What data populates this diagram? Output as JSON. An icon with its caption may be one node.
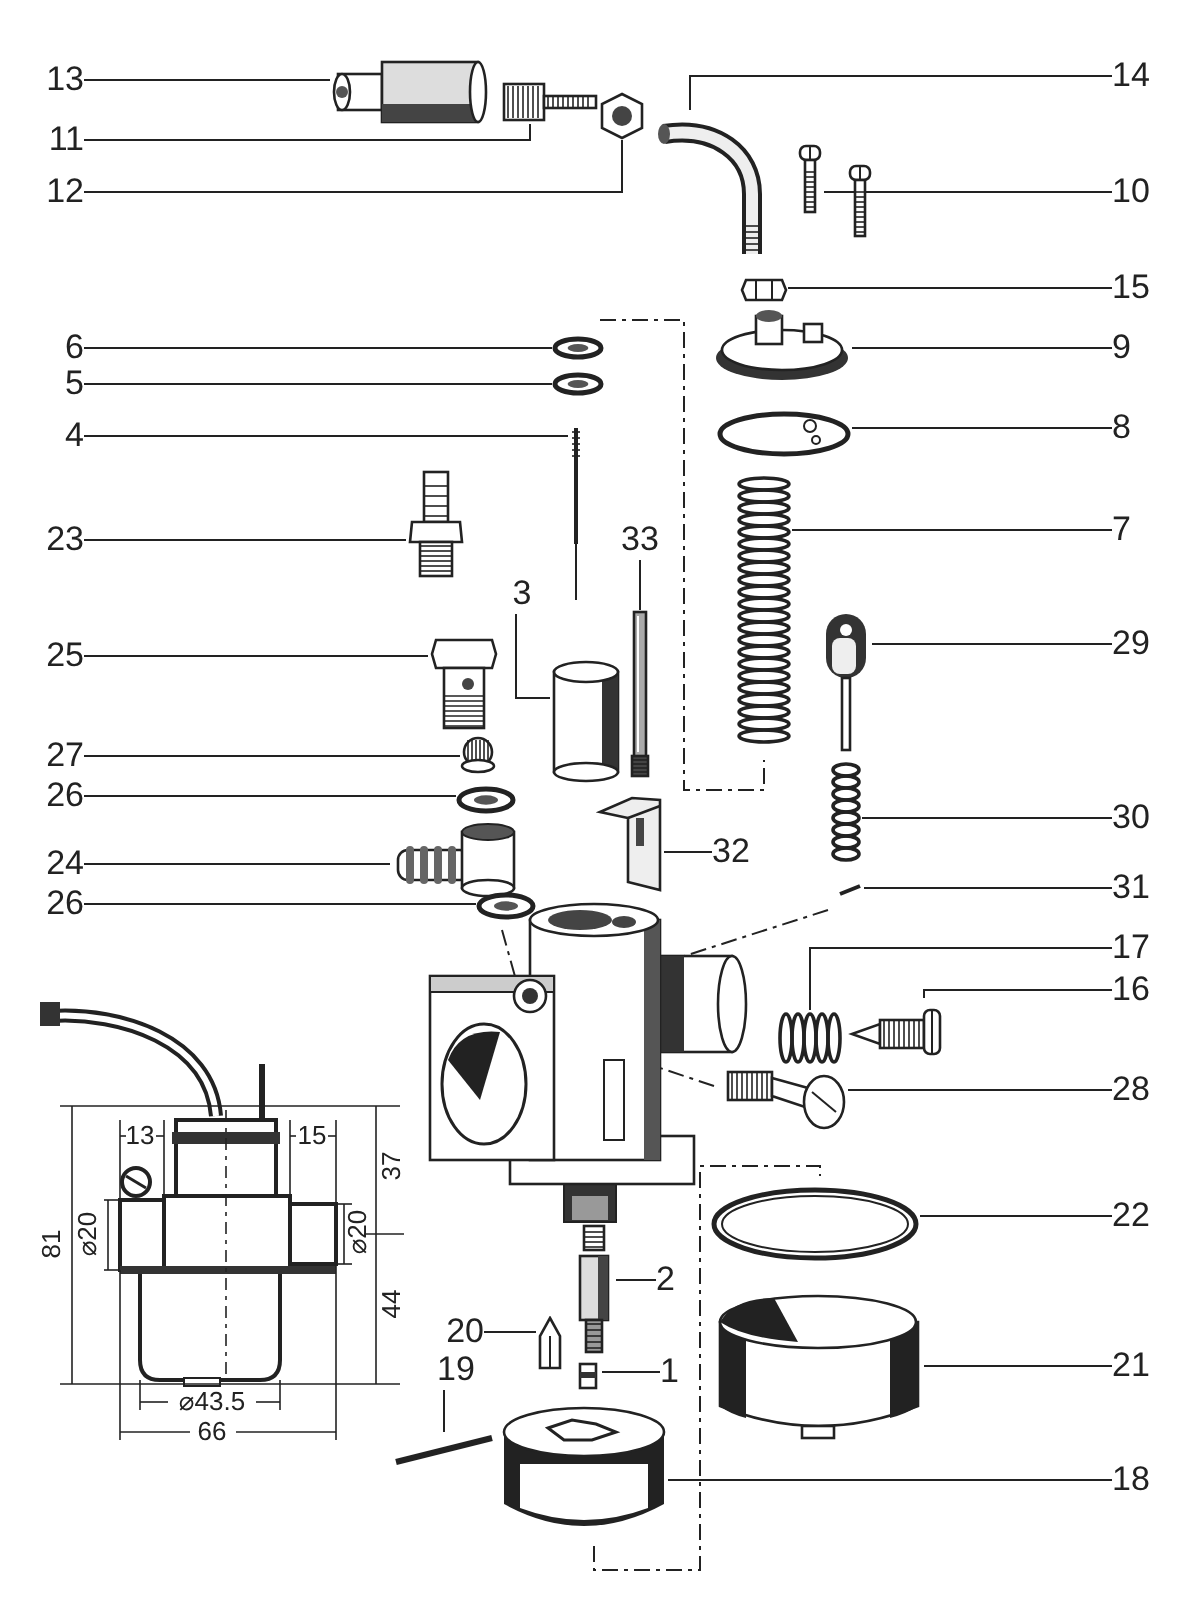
{
  "diagram": {
    "nodes": [
      {
        "text": [
          "13"
        ]
      },
      {
        "text": [],
        "shape": "picture"
      },
      {
        "text": [
          "14"
        ]
      },
      {
        "text": [],
        "shape": "picture"
      },
      {
        "text": [
          "11"
        ]
      },
      {
        "text": [],
        "shape": "picture"
      },
      {
        "text": [
          "12"
        ]
      },
      {
        "text": [],
        "shape": "picture"
      },
      {
        "text": [
          "10"
        ]
      },
      {
        "text": [],
        "shape": "picture"
      },
      {
        "text": [],
        "shape": "picture"
      },
      {
        "text": [
          "15"
        ]
      },
      {
        "text": [],
        "shape": "picture"
      },
      {
        "text": [
          "6"
        ]
      },
      {
        "text": [],
        "shape": "picture"
      },
      {
        "text": [
          "9"
        ]
      },
      {
        "text": [],
        "shape": "picture"
      },
      {
        "text": [
          "5"
        ]
      },
      {
        "text": [],
        "shape": "picture"
      },
      {
        "text": [
          "8"
        ]
      },
      {
        "text": [],
        "shape": "picture"
      },
      {
        "text": [
          "4"
        ]
      },
      {
        "text": [],
        "shape": "picture"
      },
      {
        "text": [
          "7"
        ]
      },
      {
        "text": [],
        "shape": "picture"
      },
      {
        "text": [
          "23"
        ]
      },
      {
        "text": [],
        "shape": "picture"
      },
      {
        "text": [
          "33"
        ]
      },
      {
        "text": [],
        "shape": "picture"
      },
      {
        "text": [
          "3"
        ]
      },
      {
        "text": [],
        "shape": "picture"
      },
      {
        "text": [
          "29"
        ]
      },
      {
        "text": [],
        "shape": "picture"
      },
      {
        "text": [
          "25"
        ]
      },
      {
        "text": [],
        "shape": "picture"
      },
      {
        "text": [
          "27"
        ]
      },
      {
        "text": [],
        "shape": "picture"
      },
      {
        "text": [
          "26"
        ]
      },
      {
        "text": [],
        "shape": "picture"
      },
      {
        "text": [
          "30"
        ]
      },
      {
        "text": [],
        "shape": "picture"
      },
      {
        "text": [
          "32"
        ]
      },
      {
        "text": [],
        "shape": "picture"
      },
      {
        "text": [
          "24"
        ]
      },
      {
        "text": [],
        "shape": "picture"
      },
      {
        "text": [
          "31"
        ]
      },
      {
        "text": [],
        "shape": "picture"
      },
      {
        "text": [
          "26"
        ]
      },
      {
        "text": [],
        "shape": "picture"
      },
      {
        "text": [
          "17"
        ]
      },
      {
        "text": [],
        "shape": "picture"
      },
      {
        "text": [
          "16"
        ]
      },
      {
        "text": [],
        "shape": "picture"
      },
      {
        "text": [
          "28"
        ]
      },
      {
        "text": [],
        "shape": "picture"
      },
      {
        "text": [
          "22"
        ]
      },
      {
        "text": [],
        "shape": "picture"
      },
      {
        "text": [
          "2"
        ]
      },
      {
        "text": [],
        "shape": "picture"
      },
      {
        "text": [
          "20"
        ]
      },
      {
        "text": [],
        "shape": "picture"
      },
      {
        "text": [
          "19"
        ]
      },
      {
        "text": [],
        "shape": "picture"
      },
      {
        "text": [
          "21"
        ]
      },
      {
        "text": [],
        "shape": "picture"
      },
      {
        "text": [
          "1"
        ]
      },
      {
        "text": [],
        "shape": "picture"
      },
      {
        "text": [
          "18"
        ]
      },
      {
        "text": [],
        "shape": "picture"
      }
    ],
    "edges": [
      {
        "from": 0,
        "to": 1,
        "arrow": "none"
      },
      {
        "from": 2,
        "to": 3,
        "arrow": "none"
      },
      {
        "from": 4,
        "to": 5,
        "arrow": "none"
      },
      {
        "from": 6,
        "to": 7,
        "arrow": "none"
      },
      {
        "from": 8,
        "to": 10,
        "arrow": "none"
      },
      {
        "from": 8,
        "to": 9,
        "arrow": "none"
      },
      {
        "from": 11,
        "to": 12,
        "arrow": "none"
      },
      {
        "from": 13,
        "to": 14,
        "arrow": "none"
      },
      {
        "from": 15,
        "to": 16,
        "arrow": "none"
      },
      {
        "from": 17,
        "to": 18,
        "arrow": "none"
      },
      {
        "from": 19,
        "to": 20,
        "arrow": "none"
      },
      {
        "from": 21,
        "to": 22,
        "arrow": "none"
      },
      {
        "from": 23,
        "to": 24,
        "arrow": "none"
      },
      {
        "from": 25,
        "to": 26,
        "arrow": "none"
      },
      {
        "from": 27,
        "to": 28,
        "arrow": "none"
      },
      {
        "from": 29,
        "to": 30,
        "arrow": "none"
      },
      {
        "from": 31,
        "to": 32,
        "arrow": "none"
      },
      {
        "from": 33,
        "to": 34,
        "arrow": "none"
      },
      {
        "from": 35,
        "to": 36,
        "arrow": "none"
      },
      {
        "from": 37,
        "to": 38,
        "arrow": "none"
      },
      {
        "from": 39,
        "to": 40,
        "arrow": "none"
      },
      {
        "from": 41,
        "to": 42,
        "arrow": "none"
      },
      {
        "from": 43,
        "to": 44,
        "arrow": "none"
      },
      {
        "from": 45,
        "to": 46,
        "arrow": "none"
      },
      {
        "from": 47,
        "to": 48,
        "arrow": "none"
      },
      {
        "from": 49,
        "to": 50,
        "arrow": "none"
      },
      {
        "from": 51,
        "to": 52,
        "arrow": "none"
      },
      {
        "from": 53,
        "to": 54,
        "arrow": "none"
      },
      {
        "from": 55,
        "to": 56,
        "arrow": "none"
      },
      {
        "from": 57,
        "to": 58,
        "arrow": "none"
      },
      {
        "from": 59,
        "to": 60,
        "arrow": "none"
      },
      {
        "from": 61,
        "to": 62,
        "arrow": "none"
      },
      {
        "from": 63,
        "to": 64,
        "arrow": "none"
      },
      {
        "from": 65,
        "to": 66,
        "arrow": "none"
      },
      {
        "from": 67,
        "to": 68,
        "arrow": "none"
      }
    ],
    "labels": [
      "13",
      "15",
      "37",
      "81",
      "⌀20",
      "⌀20",
      "44",
      "⌀43.5",
      "66"
    ]
  }
}
